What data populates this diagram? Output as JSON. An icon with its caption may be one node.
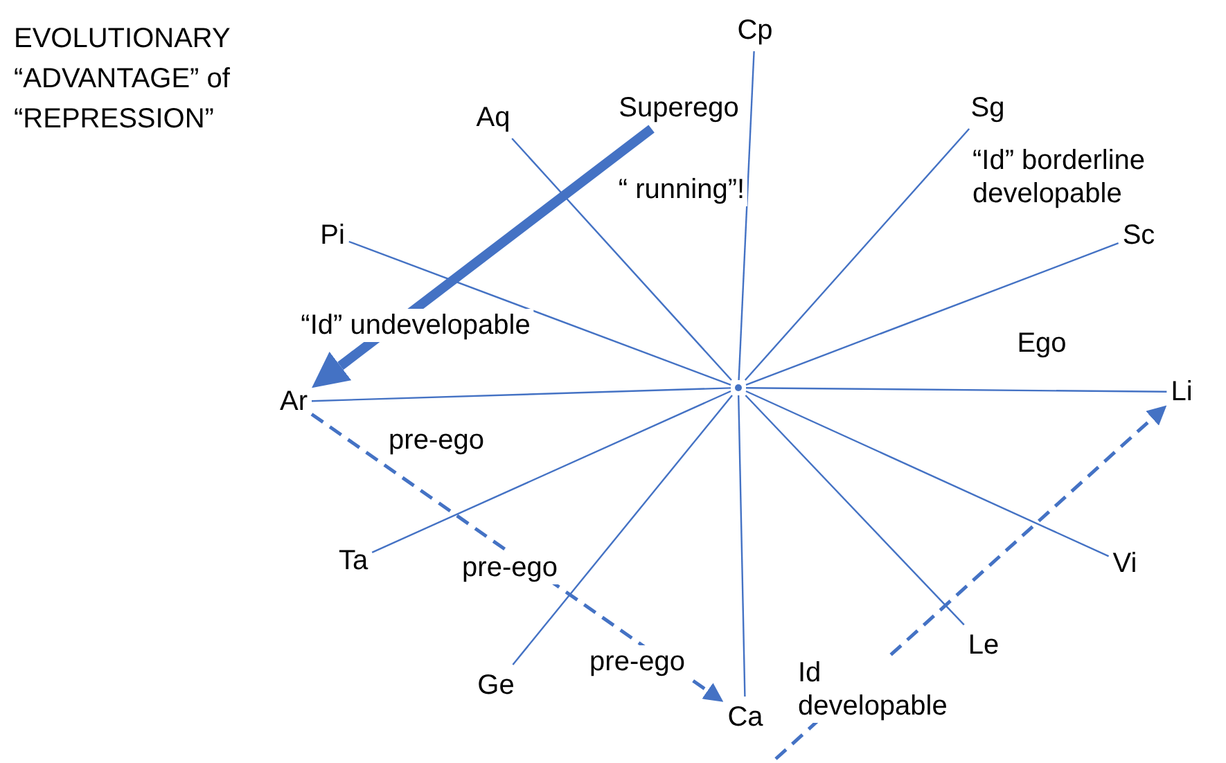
{
  "diagram": {
    "title": "EVOLUTIONARY “ADVANTAGE” of “REPRESSION”",
    "nodes": [
      {
        "text": [
          "Cp"
        ]
      },
      {
        "text": [
          "Aq"
        ]
      },
      {
        "text": [
          "Superego"
        ]
      },
      {
        "text": [
          "Sg"
        ]
      },
      {
        "text": [
          "Pi"
        ]
      },
      {
        "text": [
          "Sc"
        ]
      },
      {
        "text": [],
        "shape": "point"
      },
      {
        "text": [
          "Ar"
        ]
      },
      {
        "text": [
          "Li"
        ]
      },
      {
        "text": [
          "Ta"
        ]
      },
      {
        "text": [
          "Vi"
        ]
      },
      {
        "text": [
          "Ge"
        ]
      },
      {
        "text": [
          "Le"
        ]
      },
      {
        "text": [
          "Ca"
        ]
      }
    ],
    "edges": [
      {
        "from": 6,
        "to": 0,
        "arrow": "none"
      },
      {
        "from": 6,
        "to": 1,
        "arrow": "none"
      },
      {
        "from": 6,
        "to": 3,
        "arrow": "none"
      },
      {
        "from": 6,
        "to": 4,
        "arrow": "none"
      },
      {
        "from": 6,
        "to": 5,
        "arrow": "none"
      },
      {
        "from": 6,
        "to": 7,
        "arrow": "none"
      },
      {
        "from": 6,
        "to": 8,
        "arrow": "none"
      },
      {
        "from": 6,
        "to": 9,
        "arrow": "none"
      },
      {
        "from": 6,
        "to": 10,
        "arrow": "none"
      },
      {
        "from": 6,
        "to": 11,
        "arrow": "none"
      },
      {
        "from": 6,
        "to": 12,
        "arrow": "none"
      },
      {
        "from": 6,
        "to": 13,
        "arrow": "none"
      },
      {
        "from": 2,
        "to": 7,
        "arrow": "to",
        "style": "thick"
      },
      {
        "from": 7,
        "to": 13,
        "arrow": "to",
        "style": "dashed"
      },
      {
        "from": null,
        "to": 8,
        "arrow": "to",
        "style": "dashed"
      }
    ],
    "labels": [
      "“ running”!",
      "“Id” borderline developable",
      "“Id” undevelopable",
      "Ego",
      "pre-ego",
      "pre-ego",
      "pre-ego",
      "Id developable"
    ]
  }
}
